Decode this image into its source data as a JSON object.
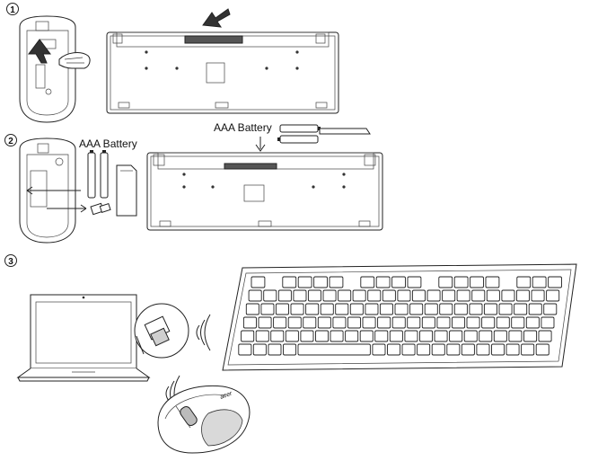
{
  "steps": [
    {
      "number": "1"
    },
    {
      "number": "2",
      "battery_label": "AAA Battery"
    },
    {
      "number": "3"
    }
  ],
  "keyboard_battery_label": "AAA Battery",
  "mouse_brand": "acer",
  "icons": [
    "arrow-icon",
    "wireless-signal-icon",
    "laptop-icon",
    "usb-receiver-icon",
    "mouse-icon",
    "keyboard-icon",
    "battery-icon"
  ]
}
